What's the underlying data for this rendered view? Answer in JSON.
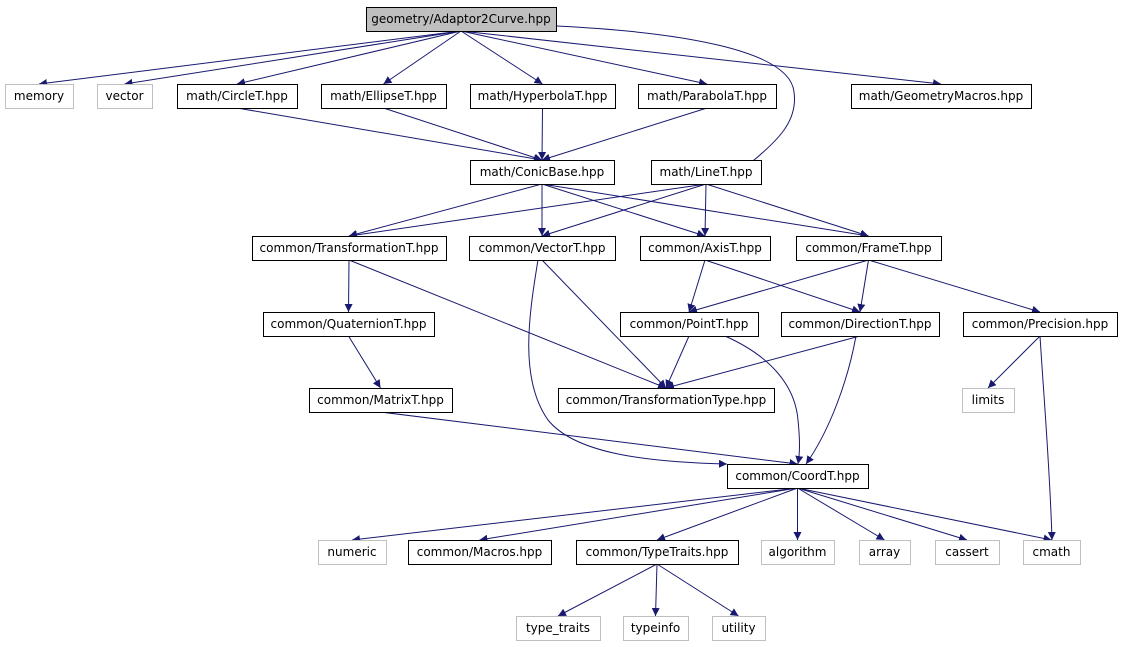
{
  "colors": {
    "edge": "#191970",
    "root_fill": "#bfbfbf",
    "documented_border": "#000000",
    "external_border": "#bfbfbf",
    "external_text": "#404040"
  },
  "nodes": [
    {
      "id": "root",
      "label": "geometry/Adaptor2Curve.hpp",
      "kind": "root"
    },
    {
      "id": "memory",
      "label": "memory",
      "kind": "external"
    },
    {
      "id": "vector",
      "label": "vector",
      "kind": "external"
    },
    {
      "id": "circle",
      "label": "math/CircleT.hpp",
      "kind": "header"
    },
    {
      "id": "ellipse",
      "label": "math/EllipseT.hpp",
      "kind": "header"
    },
    {
      "id": "hyperbola",
      "label": "math/HyperbolaT.hpp",
      "kind": "header"
    },
    {
      "id": "parabola",
      "label": "math/ParabolaT.hpp",
      "kind": "header"
    },
    {
      "id": "geommacros",
      "label": "math/GeometryMacros.hpp",
      "kind": "header"
    },
    {
      "id": "conicbase",
      "label": "math/ConicBase.hpp",
      "kind": "header"
    },
    {
      "id": "line",
      "label": "math/LineT.hpp",
      "kind": "header"
    },
    {
      "id": "transformation",
      "label": "common/TransformationT.hpp",
      "kind": "header"
    },
    {
      "id": "vectort",
      "label": "common/VectorT.hpp",
      "kind": "header"
    },
    {
      "id": "axis",
      "label": "common/AxisT.hpp",
      "kind": "header"
    },
    {
      "id": "frame",
      "label": "common/FrameT.hpp",
      "kind": "header"
    },
    {
      "id": "quaternion",
      "label": "common/QuaternionT.hpp",
      "kind": "header"
    },
    {
      "id": "point",
      "label": "common/PointT.hpp",
      "kind": "header"
    },
    {
      "id": "direction",
      "label": "common/DirectionT.hpp",
      "kind": "header"
    },
    {
      "id": "precision",
      "label": "common/Precision.hpp",
      "kind": "header"
    },
    {
      "id": "limits",
      "label": "limits",
      "kind": "external"
    },
    {
      "id": "matrix",
      "label": "common/MatrixT.hpp",
      "kind": "header"
    },
    {
      "id": "transtype",
      "label": "common/TransformationType.hpp",
      "kind": "header"
    },
    {
      "id": "coord",
      "label": "common/CoordT.hpp",
      "kind": "header"
    },
    {
      "id": "numeric",
      "label": "numeric",
      "kind": "external"
    },
    {
      "id": "macros",
      "label": "common/Macros.hpp",
      "kind": "header"
    },
    {
      "id": "typetraits",
      "label": "common/TypeTraits.hpp",
      "kind": "header"
    },
    {
      "id": "algorithm",
      "label": "algorithm",
      "kind": "external"
    },
    {
      "id": "array",
      "label": "array",
      "kind": "external"
    },
    {
      "id": "cassert",
      "label": "cassert",
      "kind": "external"
    },
    {
      "id": "cmath",
      "label": "cmath",
      "kind": "external"
    },
    {
      "id": "type_traits",
      "label": "type_traits",
      "kind": "external"
    },
    {
      "id": "typeinfo",
      "label": "typeinfo",
      "kind": "external"
    },
    {
      "id": "utility",
      "label": "utility",
      "kind": "external"
    }
  ],
  "edges": [
    {
      "from": "root",
      "to": "memory"
    },
    {
      "from": "root",
      "to": "vector"
    },
    {
      "from": "root",
      "to": "circle"
    },
    {
      "from": "root",
      "to": "ellipse"
    },
    {
      "from": "root",
      "to": "hyperbola"
    },
    {
      "from": "root",
      "to": "parabola"
    },
    {
      "from": "root",
      "to": "geommacros"
    },
    {
      "from": "root",
      "to": "line"
    },
    {
      "from": "circle",
      "to": "conicbase"
    },
    {
      "from": "ellipse",
      "to": "conicbase"
    },
    {
      "from": "hyperbola",
      "to": "conicbase"
    },
    {
      "from": "parabola",
      "to": "conicbase"
    },
    {
      "from": "conicbase",
      "to": "transformation"
    },
    {
      "from": "conicbase",
      "to": "vectort"
    },
    {
      "from": "conicbase",
      "to": "axis"
    },
    {
      "from": "conicbase",
      "to": "frame"
    },
    {
      "from": "line",
      "to": "transformation"
    },
    {
      "from": "line",
      "to": "vectort"
    },
    {
      "from": "line",
      "to": "axis"
    },
    {
      "from": "line",
      "to": "frame"
    },
    {
      "from": "transformation",
      "to": "quaternion"
    },
    {
      "from": "transformation",
      "to": "transtype"
    },
    {
      "from": "vectort",
      "to": "transtype"
    },
    {
      "from": "vectort",
      "to": "coord"
    },
    {
      "from": "axis",
      "to": "point"
    },
    {
      "from": "axis",
      "to": "direction"
    },
    {
      "from": "frame",
      "to": "point"
    },
    {
      "from": "frame",
      "to": "direction"
    },
    {
      "from": "frame",
      "to": "precision"
    },
    {
      "from": "quaternion",
      "to": "matrix"
    },
    {
      "from": "point",
      "to": "transtype"
    },
    {
      "from": "point",
      "to": "coord"
    },
    {
      "from": "direction",
      "to": "transtype"
    },
    {
      "from": "direction",
      "to": "coord"
    },
    {
      "from": "precision",
      "to": "limits"
    },
    {
      "from": "precision",
      "to": "cmath"
    },
    {
      "from": "matrix",
      "to": "coord"
    },
    {
      "from": "coord",
      "to": "numeric"
    },
    {
      "from": "coord",
      "to": "macros"
    },
    {
      "from": "coord",
      "to": "typetraits"
    },
    {
      "from": "coord",
      "to": "algorithm"
    },
    {
      "from": "coord",
      "to": "array"
    },
    {
      "from": "coord",
      "to": "cassert"
    },
    {
      "from": "coord",
      "to": "cmath"
    },
    {
      "from": "typetraits",
      "to": "type_traits"
    },
    {
      "from": "typetraits",
      "to": "typeinfo"
    },
    {
      "from": "typetraits",
      "to": "utility"
    }
  ]
}
